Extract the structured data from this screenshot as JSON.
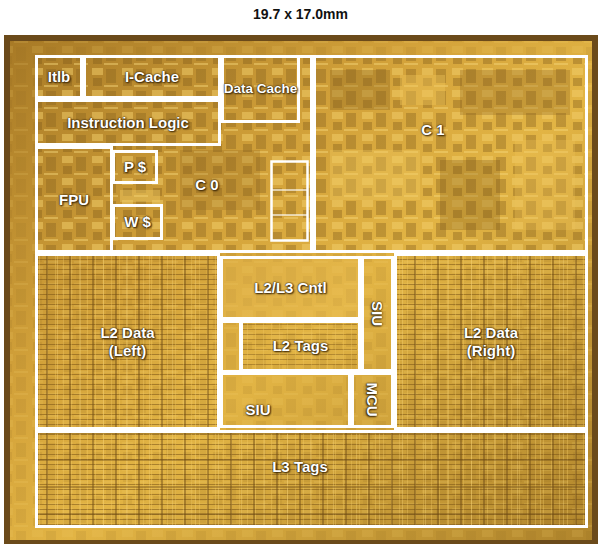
{
  "diagram": {
    "title": "19.7 x 17.0mm",
    "nodes": [
      {
        "text": [
          "C 0"
        ]
      },
      {
        "text": [
          "Itlb"
        ],
        "in": 0
      },
      {
        "text": [
          "I-Cache"
        ],
        "in": 0
      },
      {
        "text": [
          "Data Cache"
        ],
        "in": 0
      },
      {
        "text": [
          "Instruction Logic"
        ],
        "in": 0
      },
      {
        "text": [
          "FPU"
        ],
        "in": 0
      },
      {
        "text": [
          "P $"
        ],
        "in": 0
      },
      {
        "text": [
          "W $"
        ],
        "in": 0
      },
      {
        "text": [
          "C 1"
        ]
      },
      {
        "text": [
          "L2 Data (Left)"
        ]
      },
      {
        "text": [
          "L2/L3 Cntl"
        ]
      },
      {
        "text": [
          "L2 Tags"
        ]
      },
      {
        "text": [
          "SIU"
        ]
      },
      {
        "text": [
          "SIU"
        ]
      },
      {
        "text": [
          "MCU"
        ]
      },
      {
        "text": [
          "L2 Data (Right)"
        ]
      },
      {
        "text": [
          "L3 Tags"
        ]
      }
    ]
  }
}
